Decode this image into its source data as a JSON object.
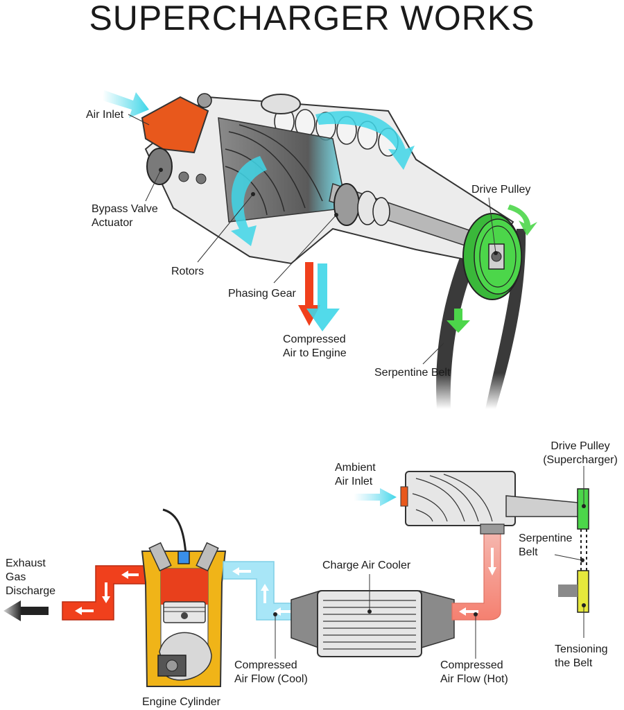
{
  "title": "SUPERCHARGER WORKS",
  "top_labels": {
    "air_inlet": "Air Inlet",
    "bypass_valve": "Bypass Valve\nActuator",
    "rotors": "Rotors",
    "phasing_gear": "Phasing Gear",
    "compressed_air": "Compressed\nAir to Engine",
    "drive_pulley": "Drive Pulley",
    "serpentine_belt": "Serpentine Belt"
  },
  "bottom_labels": {
    "ambient_inlet": "Ambient\nAir Inlet",
    "drive_pulley_sc": "Drive Pulley\n(Supercharger)",
    "serpentine_belt": "Serpentine\nBelt",
    "exhaust": "Exhaust\nGas\nDischarge",
    "charge_air_cooler": "Charge Air Cooler",
    "compressed_cool": "Compressed\nAir Flow (Cool)",
    "compressed_hot": "Compressed\nAir Flow (Hot)",
    "tensioning": "Tensioning\nthe Belt",
    "engine_cylinder": "Engine Cylinder"
  },
  "colors": {
    "hot": "#f0401c",
    "cool": "#7fdcf5",
    "cyan_arrow": "#3fd6e8",
    "pulley_green": "#4cd64a",
    "tensioner_yellow": "#e6e83c",
    "engine_orange": "#f0b418",
    "actuator_orange": "#e8581c",
    "body_grey": "#e6e6e6"
  }
}
